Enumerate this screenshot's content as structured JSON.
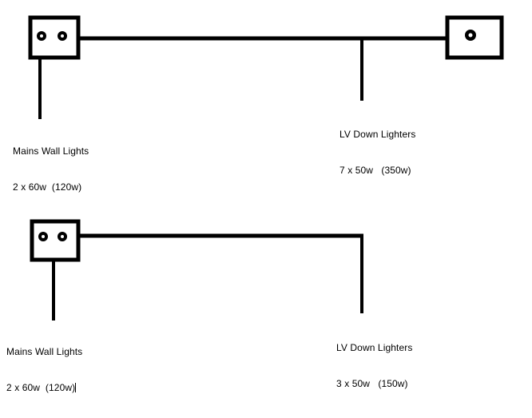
{
  "document": {
    "title": "Lighting Circuit Diagram",
    "background_color": "#ffffff",
    "stroke_color": "#000000",
    "text_color": "#000000"
  },
  "circuits": [
    {
      "id": "upper-circuit",
      "source": {
        "name": "switch-box-two-gang",
        "terminals": 2,
        "label": {
          "line1": "Mains Wall Lights",
          "line2": "2 x 60w  (120w)"
        }
      },
      "branch": {
        "name": "lv-down-lighters-branch",
        "label": {
          "line1": "LV Down Lighters",
          "line2": "7 x 50w   (350w)"
        },
        "quantity": 7,
        "watts_each": 50,
        "watts_total": 350
      },
      "destination": {
        "name": "transformer-box-one-terminal",
        "terminals": 1
      }
    },
    {
      "id": "lower-circuit",
      "source": {
        "name": "switch-box-two-gang",
        "terminals": 2,
        "label": {
          "line1": "Mains Wall Lights",
          "line2": "2 x 60w  (120w)",
          "has_text_caret": true
        }
      },
      "branch": {
        "name": "lv-down-lighters-branch",
        "label": {
          "line1": "LV Down Lighters",
          "line2": "3 x 50w   (150w)"
        },
        "quantity": 3,
        "watts_each": 50,
        "watts_total": 150
      }
    }
  ]
}
